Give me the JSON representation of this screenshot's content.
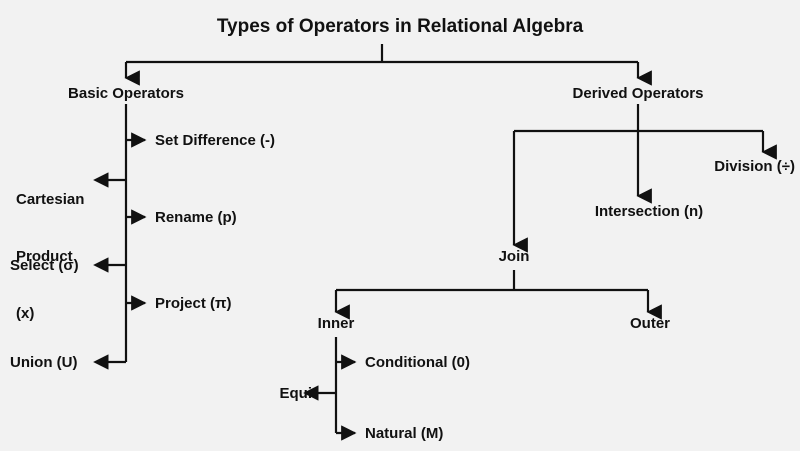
{
  "title": "Types of Operators in Relational Algebra",
  "theme": {
    "background": "#f2f2f2",
    "text": "#111111",
    "line": "#111111"
  },
  "nodes": {
    "root": "Types of Operators in Relational Algebra",
    "basic": "Basic Operators",
    "derived": "Derived Operators",
    "set_difference": "Set Difference (-)",
    "cartesian_line1": "Cartesian",
    "cartesian_line2": "Product",
    "cartesian_line3": "(x)",
    "rename": "Rename (p)",
    "select": "Select (σ)",
    "project": "Project (π)",
    "union": "Union (U)",
    "division": "Division (÷)",
    "intersection": "Intersection (n)",
    "join": "Join",
    "inner": "Inner",
    "outer": "Outer",
    "conditional": "Conditional (0)",
    "equi": "Equi",
    "natural": "Natural (M)"
  },
  "tree": {
    "name": "Types of Operators in Relational Algebra",
    "children": [
      {
        "name": "Basic Operators",
        "children": [
          {
            "name": "Set Difference (-)"
          },
          {
            "name": "Cartesian Product (x)"
          },
          {
            "name": "Rename (p)"
          },
          {
            "name": "Select (σ)"
          },
          {
            "name": "Project (π)"
          },
          {
            "name": "Union (U)"
          }
        ]
      },
      {
        "name": "Derived Operators",
        "children": [
          {
            "name": "Join",
            "children": [
              {
                "name": "Inner",
                "children": [
                  {
                    "name": "Conditional (0)"
                  },
                  {
                    "name": "Equi"
                  },
                  {
                    "name": "Natural (M)"
                  }
                ]
              },
              {
                "name": "Outer"
              }
            ]
          },
          {
            "name": "Intersection (n)"
          },
          {
            "name": "Division (÷)"
          }
        ]
      }
    ]
  }
}
